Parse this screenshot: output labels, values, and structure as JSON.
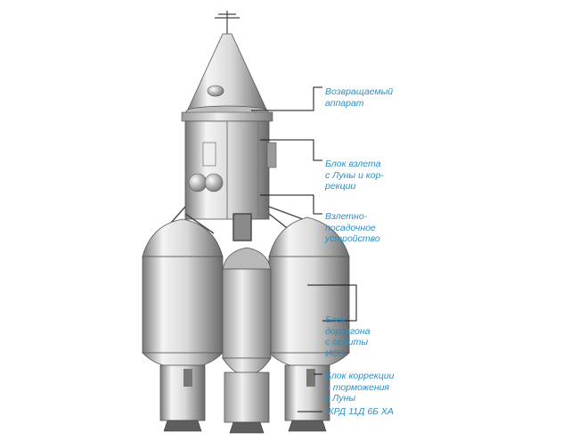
{
  "colors": {
    "label": "#2a8fc6",
    "leader": "#111111",
    "metal_light": "#f2f2f2",
    "metal_dark": "#6e6e6e"
  },
  "labels": [
    {
      "id": "return-vehicle",
      "text": "Возвращаемый\nаппарат"
    },
    {
      "id": "lunar-ascent-block",
      "text": "Блок взлета\nс Луны и кор-\nрекции"
    },
    {
      "id": "landing-gear",
      "text": "Взлетно-\nпосадочное\nустройство"
    },
    {
      "id": "orbit-booster-block",
      "text": "Блок\nдоразгона\nс орбиты\nИСЗ"
    },
    {
      "id": "braking-block",
      "text": "Блок коррекции\nи торможения\nу Луны"
    },
    {
      "id": "engine",
      "text": "ЖРД 11Д 6Б ХА"
    }
  ]
}
